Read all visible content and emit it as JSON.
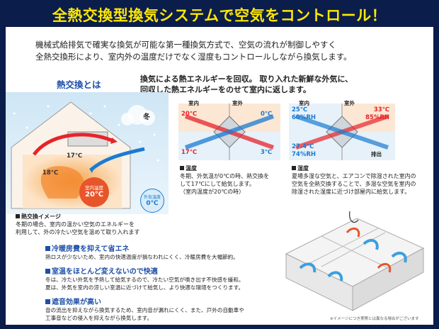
{
  "title": "全熱交換型換気システムで空気をコントロール！",
  "intro": {
    "line1": "機械式給排気で確実な換気が可能な第一種換気方式で、空気の流れが制御しやすく",
    "line2": "全熱交換形により、室内外の温度だけでなく湿度もコントロールしながら換気します。"
  },
  "heat_exchange": {
    "heading": "熱交換とは",
    "desc1": "換気による熱エネルギーを回収。 取り入れた新鮮な外気に、",
    "desc2": "回収した熱エネルギーをのせて室内に返します。"
  },
  "house": {
    "season": "冬",
    "temp_upper": "17℃",
    "temp_left": "18℃",
    "room_label": "室内温度",
    "room_temp": "20℃",
    "outside_label": "外気温度",
    "outside_temp": "0℃",
    "caption_title": "熱交換イメージ",
    "caption1": "冬期の場合、室内の温かい空気のエネルギーを",
    "caption2": "利用して、外の冷たい空気を温めて取り入れます"
  },
  "temp_diagram": {
    "label_in": "室内",
    "label_out": "室外",
    "tl": "20℃",
    "tr": "0℃",
    "bl": "17℃",
    "br": "3℃",
    "caption_title": "温度",
    "caption1": "冬期、外気温が0℃の時、熱交換を",
    "caption2": "して17℃にして給気します。",
    "caption3": "（室内温度が20℃の時）"
  },
  "humid_diagram": {
    "label_in": "室内",
    "label_out": "室外",
    "tl1": "25℃",
    "tl2": "60%RH",
    "tr1": "33℃",
    "tr2": "85%RH",
    "bl1": "27.4℃",
    "bl2": "74%RH",
    "br": "排出",
    "caption_title": "湿度",
    "caption1": "夏場多湿な空気と、エアコンで除湿された室内の",
    "caption2": "空気を全熱交換することで、多湿な空気を室内の",
    "caption3": "除湿された湿度に近づけ部屋内に給気します。"
  },
  "features": [
    {
      "heading": "冷暖房費を抑えて省エネ",
      "text1": "熱ロスが少ないため、室内の快適温度が損なわれにくく、冷暖房費を大幅節約。",
      "text2": ""
    },
    {
      "heading": "室温をほとんど変えないので快適",
      "text1": "冬は、冷たい外気を予熱して給気するので、冷たい空気が噴き出す不快感を緩和。",
      "text2": "夏は、外気を室内の涼しい室温に近づけて給気し、より快適な環境をつくります。"
    },
    {
      "heading": "遮音効果が高い",
      "text1": "音の流出を抑えながら換気するため、室内音が漏れにくく、また、戸外の自動車や",
      "text2": "工事音などの侵入を抑えながら換気します。"
    }
  ],
  "note": "※イメージにつき実際とは異なる場合がございます",
  "colors": {
    "title": "#ffe800",
    "background": "#0b1d4a",
    "accent_blue": "#1d4fa8",
    "warm": "#e8232a",
    "cool": "#1a7bd1"
  }
}
